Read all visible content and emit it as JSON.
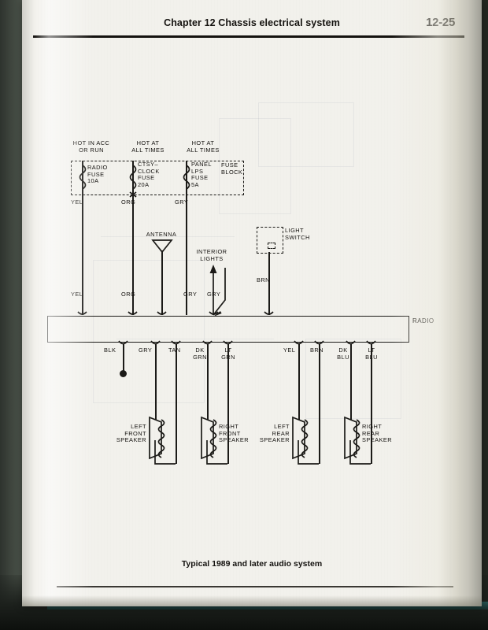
{
  "header": {
    "chapter_title": "Chapter 12   Chassis electrical system",
    "page_number": "12-25"
  },
  "caption": "Typical 1989 and later audio system",
  "diagram": {
    "title": "Typical 1989 and later audio system",
    "fuse_block_label": "FUSE\nBLOCK",
    "sources": [
      {
        "id": "radio-fuse",
        "hot_label": "HOT IN ACC\nOR RUN",
        "fuse_label": "RADIO\nFUSE\n10A",
        "wire_color": "YEL"
      },
      {
        "id": "ctsy-clock-fuse",
        "hot_label": "HOT AT\nALL TIMES",
        "fuse_label": "CTSY–\nCLOCK\nFUSE\n20A",
        "wire_color": "ORG"
      },
      {
        "id": "panel-lps-fuse",
        "hot_label": "HOT AT\nALL TIMES",
        "fuse_label": "PANEL\nLPS\nFUSE\n5A",
        "wire_color": "GRY"
      }
    ],
    "components": {
      "antenna": "ANTENNA",
      "interior_lights": "INTERIOR\nLIGHTS",
      "light_switch": "LIGHT\nSWITCH",
      "radio": "RADIO"
    },
    "mid_wire_labels": [
      "YEL",
      "ORG",
      "GRY",
      "GRY",
      "BRN"
    ],
    "output_wire_labels": [
      "BLK",
      "GRY",
      "TAN",
      "DK\nGRN",
      "LT\nGRN",
      "YEL",
      "BRN",
      "DK\nBLU",
      "LT\nBLU"
    ],
    "speakers": [
      {
        "id": "left-front",
        "label": "LEFT\nFRONT\nSPEAKER",
        "label_side": "left"
      },
      {
        "id": "right-front",
        "label": "RIGHT\nFRONT\nSPEAKER",
        "label_side": "right"
      },
      {
        "id": "left-rear",
        "label": "LEFT\nREAR\nSPEAKER",
        "label_side": "left"
      },
      {
        "id": "right-rear",
        "label": "RIGHT\nREAR\nSPEAKER",
        "label_side": "right"
      }
    ]
  },
  "colors": {
    "ink": "#1b1a17",
    "paper": "#f2f1ec",
    "backdrop": "#5d6559"
  }
}
